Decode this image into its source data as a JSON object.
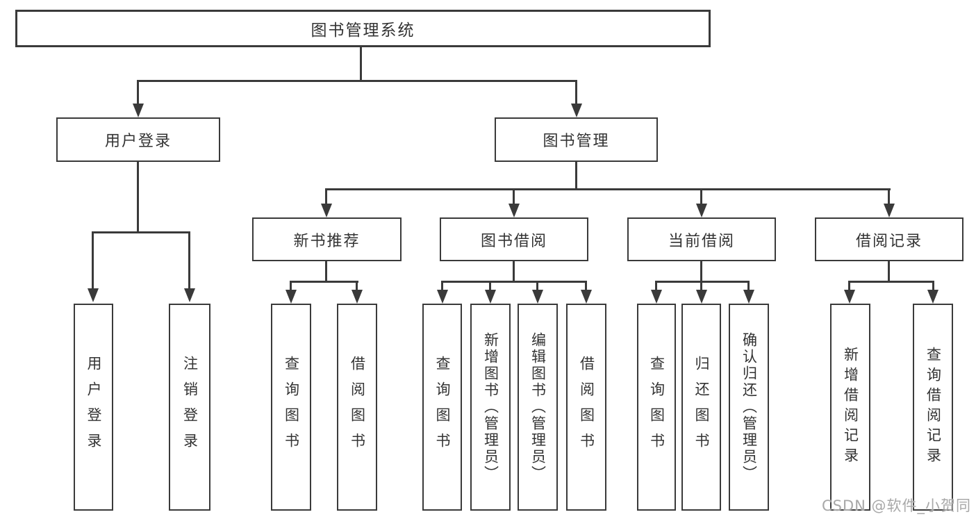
{
  "diagram": {
    "root": {
      "label": "图书管理系统"
    },
    "branches": [
      {
        "label": "用户登录",
        "children": [
          {
            "label": "用户登录"
          },
          {
            "label": "注销登录"
          }
        ]
      },
      {
        "label": "图书管理",
        "children": [
          {
            "label": "新书推荐",
            "children": [
              {
                "label": "查询图书"
              },
              {
                "label": "借阅图书"
              }
            ]
          },
          {
            "label": "图书借阅",
            "children": [
              {
                "label": "查询图书"
              },
              {
                "label": "新增图书（管理员）"
              },
              {
                "label": "编辑图书（管理员）"
              },
              {
                "label": "借阅图书"
              }
            ]
          },
          {
            "label": "当前借阅",
            "children": [
              {
                "label": "查询图书"
              },
              {
                "label": "归还图书"
              },
              {
                "label": "确认归还（管理员）"
              }
            ]
          },
          {
            "label": "借阅记录",
            "children": [
              {
                "label": "新增借阅记录"
              },
              {
                "label": "查询借阅记录"
              }
            ]
          }
        ]
      }
    ],
    "watermark": "CSDN @软件_小贺同学",
    "colors": {
      "line": "#3a3a3a",
      "text": "#333333",
      "background": "#ffffff",
      "watermark": "#a8a8a8"
    }
  }
}
